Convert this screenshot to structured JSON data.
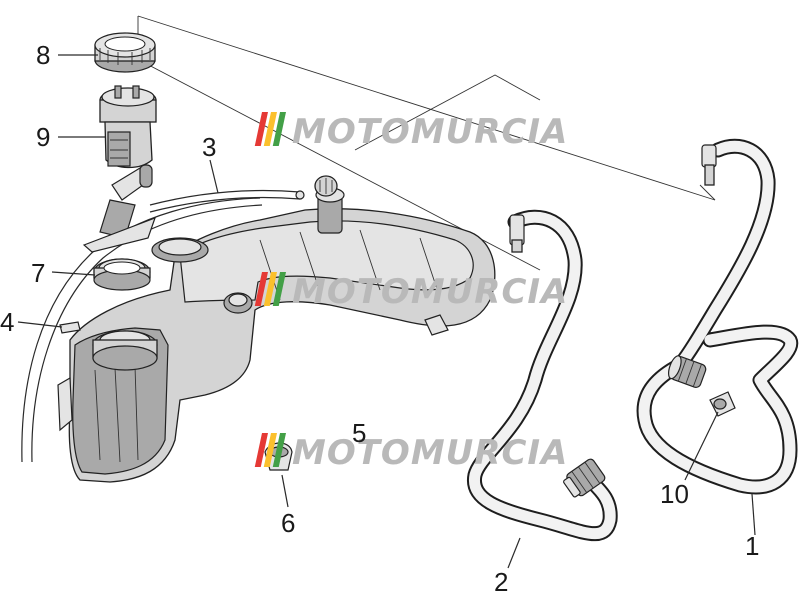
{
  "callouts": {
    "c1": "1",
    "c2": "2",
    "c3": "3",
    "c4": "4",
    "c5": "5",
    "c6": "6",
    "c7": "7",
    "c8": "8",
    "c9": "9",
    "c10": "10"
  },
  "watermark": {
    "text": "MOTOMURCIA",
    "colors": [
      "#e53935",
      "#fbc02d",
      "#43a047"
    ]
  }
}
